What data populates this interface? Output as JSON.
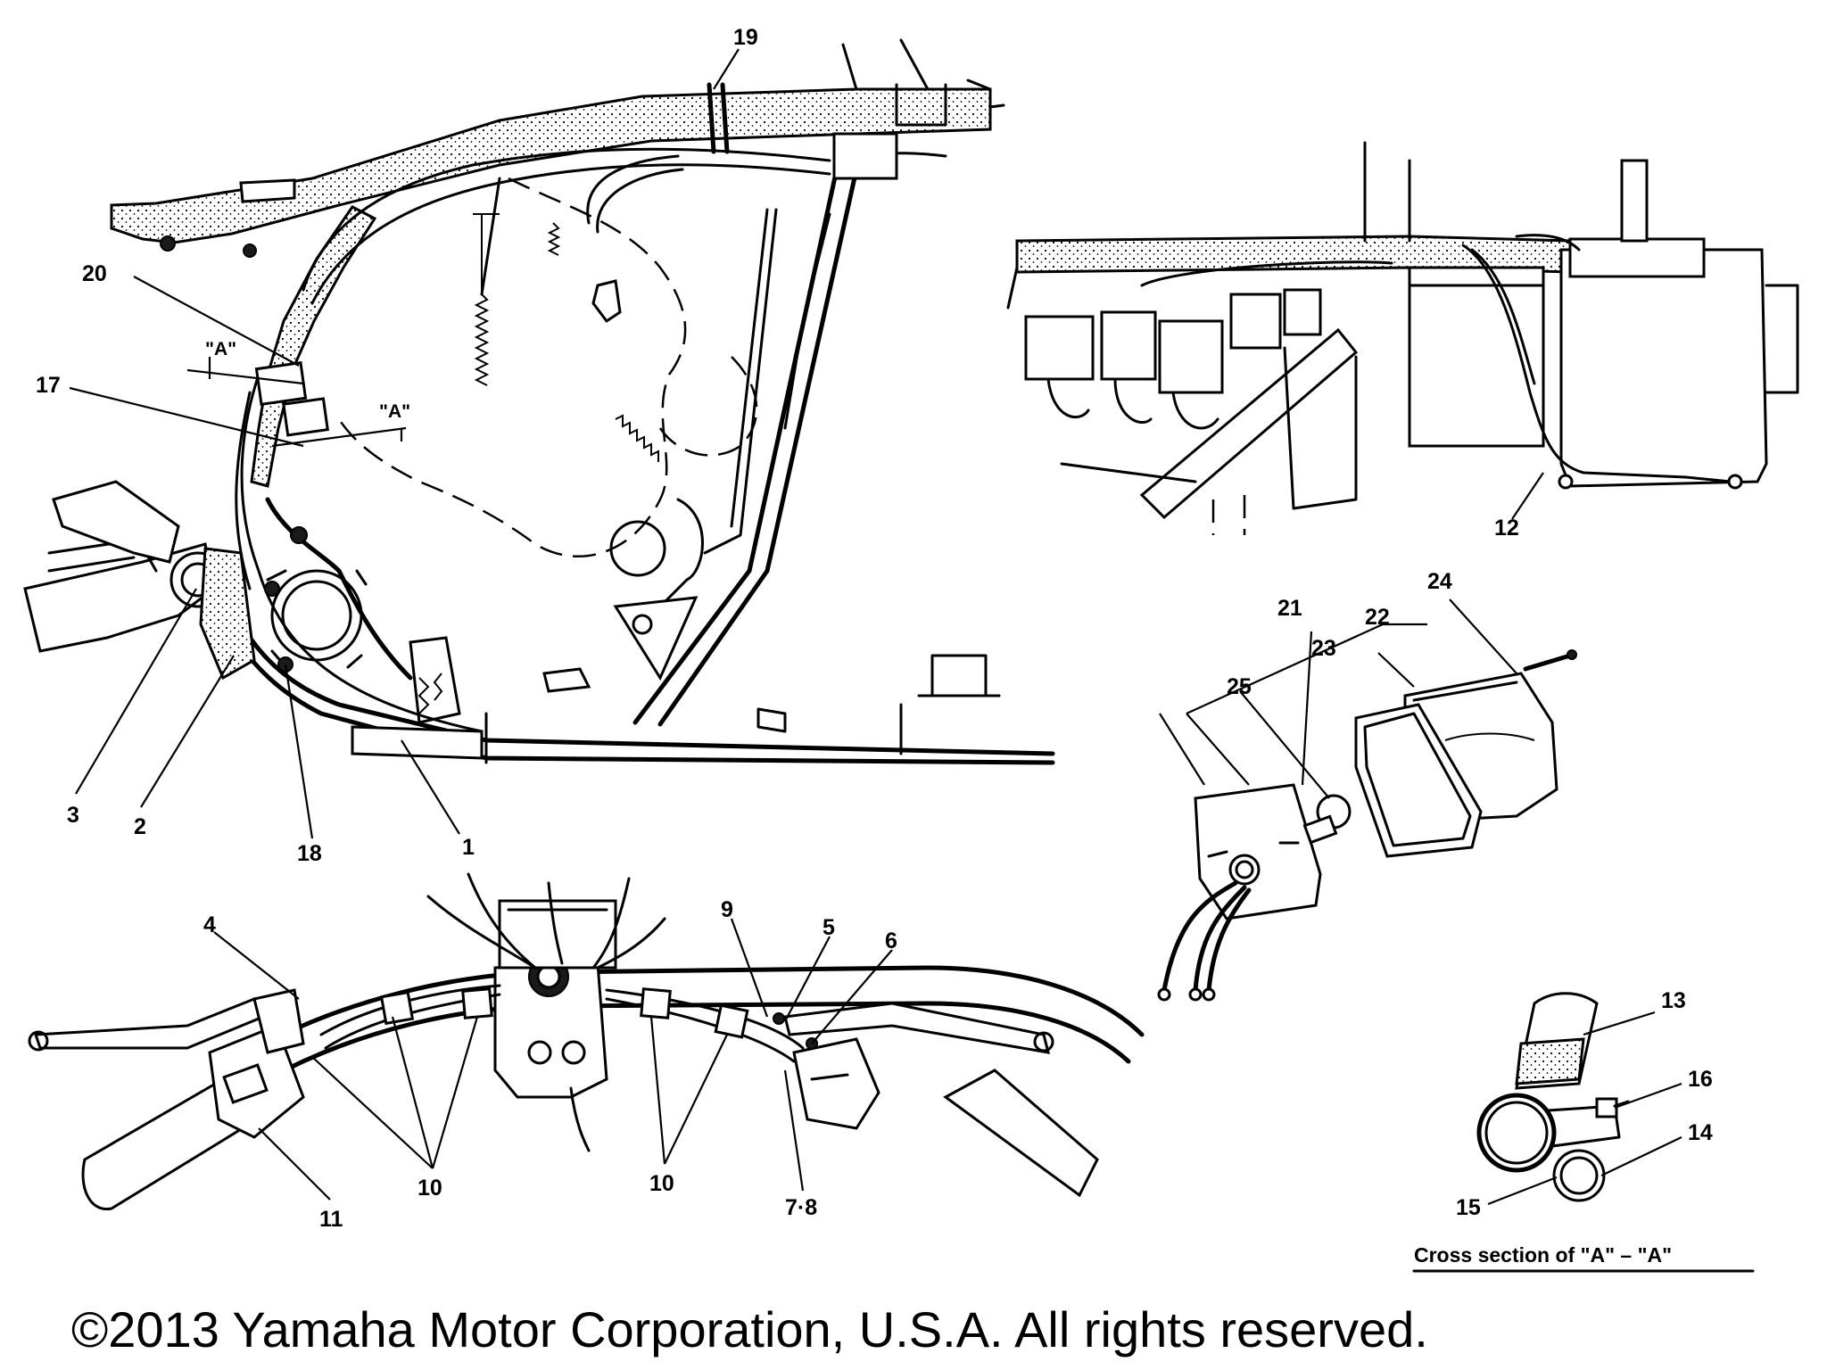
{
  "diagram": {
    "callouts": [
      {
        "id": "c19",
        "text": "19"
      },
      {
        "id": "c20",
        "text": "20"
      },
      {
        "id": "c17",
        "text": "17"
      },
      {
        "id": "c3",
        "text": "3"
      },
      {
        "id": "c2",
        "text": "2"
      },
      {
        "id": "c18",
        "text": "18"
      },
      {
        "id": "c1",
        "text": "1"
      },
      {
        "id": "c12",
        "text": "12"
      },
      {
        "id": "c21",
        "text": "21"
      },
      {
        "id": "c22",
        "text": "22"
      },
      {
        "id": "c23",
        "text": "23"
      },
      {
        "id": "c24",
        "text": "24"
      },
      {
        "id": "c25",
        "text": "25"
      },
      {
        "id": "c4",
        "text": "4"
      },
      {
        "id": "c9",
        "text": "9"
      },
      {
        "id": "c5",
        "text": "5"
      },
      {
        "id": "c6",
        "text": "6"
      },
      {
        "id": "c10a",
        "text": "10"
      },
      {
        "id": "c10b",
        "text": "10"
      },
      {
        "id": "c11",
        "text": "11"
      },
      {
        "id": "c78",
        "text": "7·8"
      },
      {
        "id": "c13",
        "text": "13"
      },
      {
        "id": "c16",
        "text": "16"
      },
      {
        "id": "c14",
        "text": "14"
      },
      {
        "id": "c15",
        "text": "15"
      }
    ],
    "section_marks": [
      {
        "id": "a1",
        "text": "\"A\""
      },
      {
        "id": "a2",
        "text": "\"A\""
      }
    ],
    "section_caption": "Cross section of \"A\" – \"A\"",
    "copyright": "©2013 Yamaha Motor Corporation, U.S.A. All rights reserved."
  }
}
